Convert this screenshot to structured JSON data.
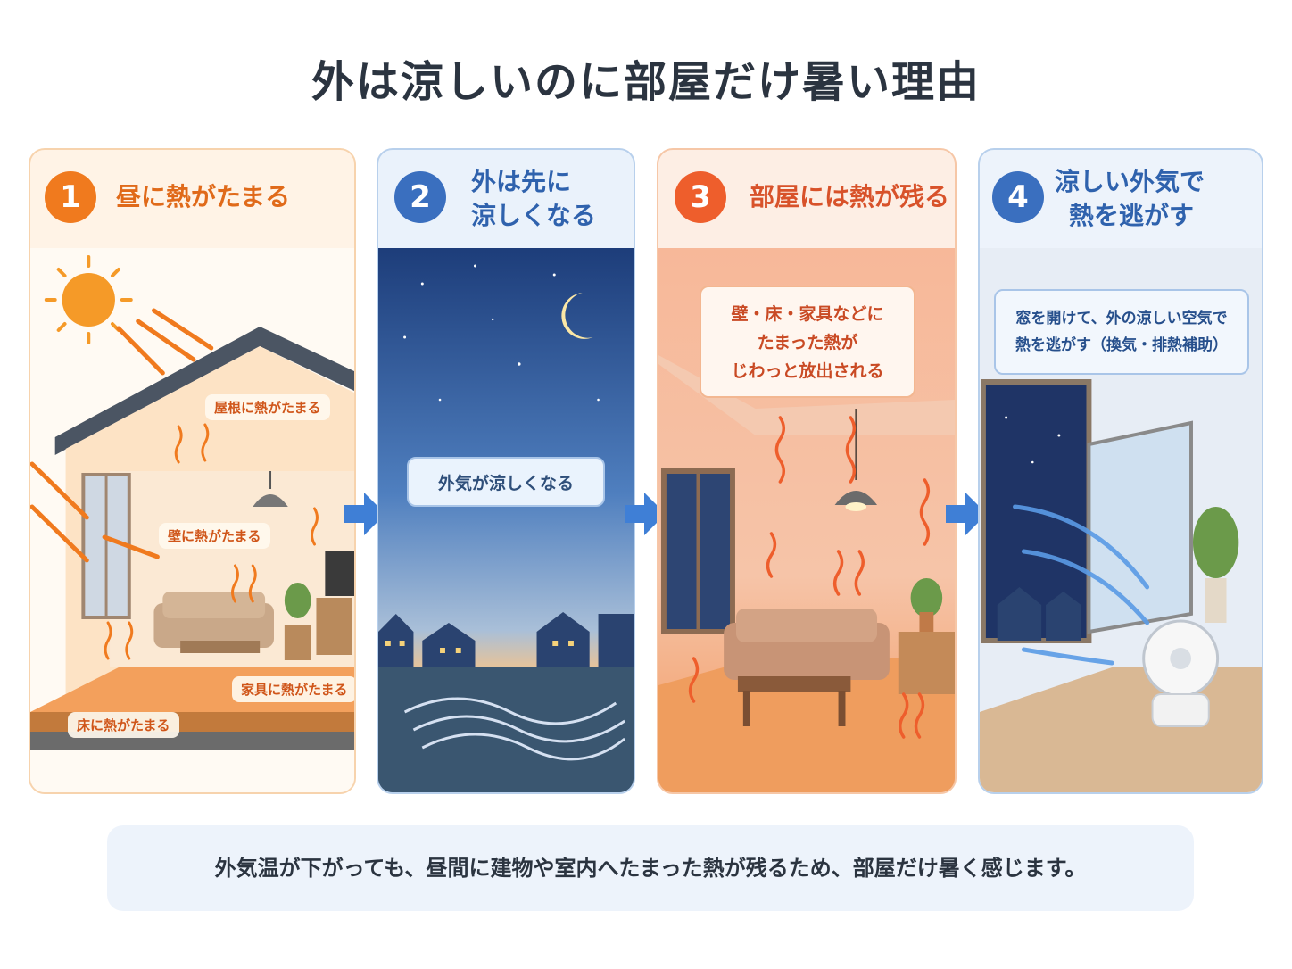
{
  "title": "外は涼しいのに部屋だけ暑い理由",
  "steps": [
    {
      "number": "1",
      "heading": "昼に熱がたまる",
      "color": "#f07a1e",
      "labels": {
        "roof": "屋根に熱がたまる",
        "wall": "壁に熱がたまる",
        "furniture": "家具に熱がたまる",
        "floor": "床に熱がたまる"
      }
    },
    {
      "number": "2",
      "heading_line1": "外は先に",
      "heading_line2": "涼しくなる",
      "color": "#3a6fbf",
      "callout": "外気が涼しくなる"
    },
    {
      "number": "3",
      "heading": "部屋には熱が残る",
      "color": "#ee5e2c",
      "callout_line1": "壁・床・家具などに",
      "callout_line2": "たまった熱が",
      "callout_line3": "じわっと放出される"
    },
    {
      "number": "4",
      "heading_line1": "涼しい外気で",
      "heading_line2": "熱を逃がす",
      "color": "#3a6fbf",
      "callout_line1": "窓を開けて、外の涼しい空気で",
      "callout_line2": "熱を逃がす（換気・排熱補助）"
    }
  ],
  "summary": "外気温が下がっても、昼間に建物や室内へたまった熱が残るため、部屋だけ暑く感じます。",
  "colors": {
    "orange": "#f07a1e",
    "blue": "#3a6fbf",
    "red_orange": "#ee5e2c",
    "arrow_blue": "#3f7fd6"
  }
}
